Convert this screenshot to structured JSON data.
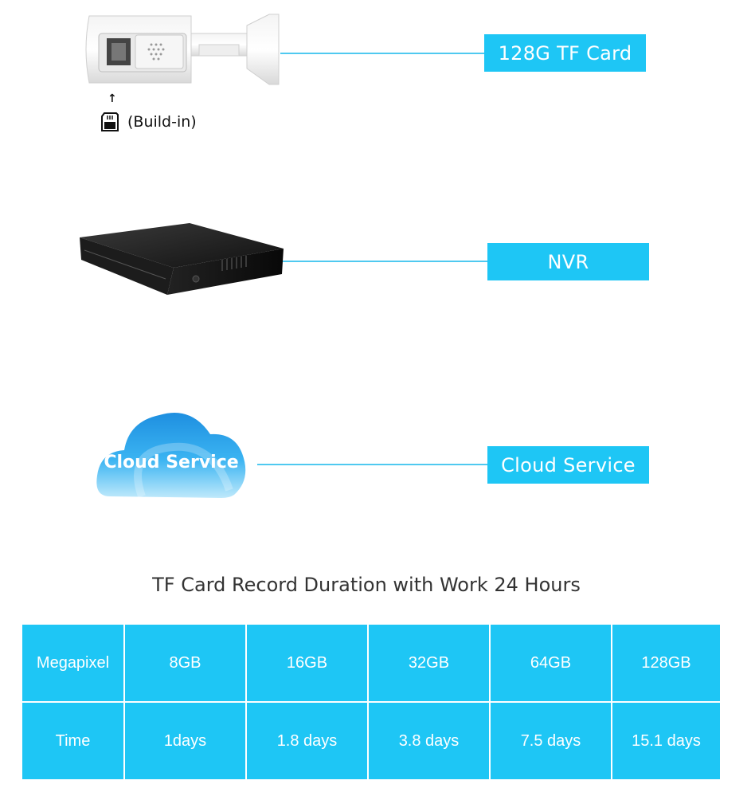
{
  "storage_options": [
    {
      "label": "128G TF Card",
      "note": "(Build-in)"
    },
    {
      "label": "NVR"
    },
    {
      "label": "Cloud Service",
      "image_text": "Cloud Service"
    }
  ],
  "table": {
    "title": "TF Card Record Duration with Work 24 Hours",
    "rows": [
      [
        "Megapixel",
        "8GB",
        "16GB",
        "32GB",
        "64GB",
        "128GB"
      ],
      [
        "Time",
        "1days",
        "1.8 days",
        "3.8 days",
        "7.5 days",
        "15.1 days"
      ]
    ]
  },
  "colors": {
    "accent": "#1ec6f5",
    "line": "#4fc9f0"
  },
  "icons": [
    "camera-image",
    "arrow-up-icon",
    "sd-card-icon",
    "nvr-image",
    "cloud-image"
  ]
}
